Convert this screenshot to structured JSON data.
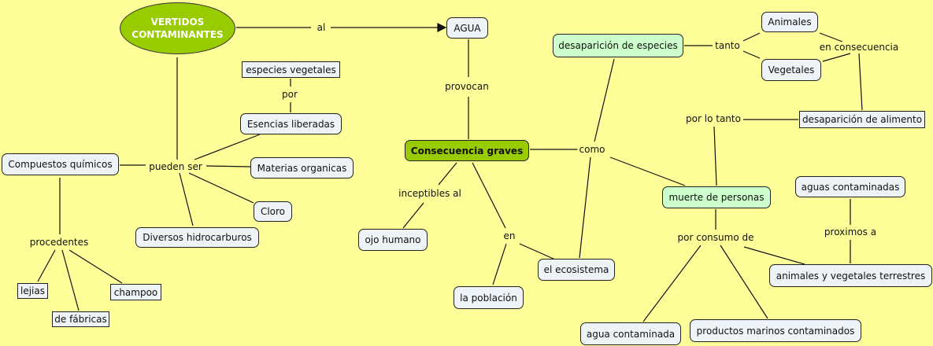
{
  "colors": {
    "background": "#ffff99",
    "root": "#99cc00",
    "highlight": "#ccffcc",
    "concept": "#eef3f8"
  },
  "concepts": {
    "vertidos_1": "VERTIDOS",
    "vertidos_2": "CONTAMINANTES",
    "agua": "AGUA",
    "especies_vegetales": "especies vegetales",
    "esencias": "Esencias liberadas",
    "compuestos": "Compuestos químicos",
    "materias": "Materias organicas",
    "cloro": "Cloro",
    "hidrocarburos": "Diversos hidrocarburos",
    "lejias": "lejias",
    "champoo": "champoo",
    "fabricas": "de fábricas",
    "consecuencia": "Consecuencia graves",
    "ojo": "ojo humano",
    "ecosistema": "el ecosistema",
    "poblacion": "la población",
    "desaparicion_especies": "desaparición de especies",
    "animales": "Animales",
    "vegetales": "Vegetales",
    "desaparicion_alimento": "desaparición de alimento",
    "muerte": "muerte de personas",
    "aguas_contaminadas": "aguas contaminadas",
    "terrestres": "animales y vegetales terrestres",
    "agua_contaminada": "agua contaminada",
    "marinos": "productos marinos contaminados"
  },
  "links": {
    "al": "al",
    "provocan": "provocan",
    "por": "por",
    "pueden_ser": "pueden ser",
    "procedentes": "procedentes",
    "como": "como",
    "inceptibles": "inceptibles al",
    "en": "en",
    "tanto": "tanto",
    "en_consecuencia": "en consecuencia",
    "por_lo_tanto": "por lo tanto",
    "proximos": "proximos a",
    "por_consumo": "por consumo de"
  }
}
